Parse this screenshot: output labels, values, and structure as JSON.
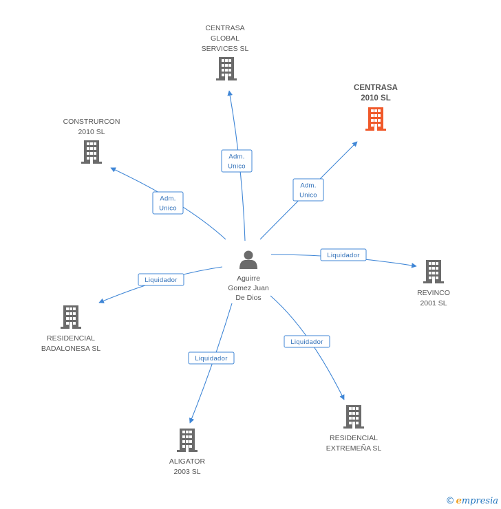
{
  "center": {
    "name_lines": [
      "Aguirre",
      "Gomez Juan",
      "De Dios"
    ],
    "icon": "person-icon"
  },
  "companies": [
    {
      "id": "centrasa-global",
      "lines": [
        "CENTRASA",
        "GLOBAL",
        "SERVICES  SL"
      ],
      "highlight": false,
      "icon": "building-icon"
    },
    {
      "id": "centrasa-2010",
      "lines": [
        "CENTRASA",
        "2010 SL"
      ],
      "highlight": true,
      "icon": "building-icon",
      "color": "#f0592a"
    },
    {
      "id": "construrcon",
      "lines": [
        "CONSTRURCON",
        "2010 SL"
      ],
      "highlight": false,
      "icon": "building-icon"
    },
    {
      "id": "revinco",
      "lines": [
        "REVINCO",
        "2001 SL"
      ],
      "highlight": false,
      "icon": "building-icon"
    },
    {
      "id": "residencial-badalonesa",
      "lines": [
        "RESIDENCIAL",
        "BADALONESA SL"
      ],
      "highlight": false,
      "icon": "building-icon"
    },
    {
      "id": "residencial-extremena",
      "lines": [
        "RESIDENCIAL",
        "EXTREMEÑA SL"
      ],
      "highlight": false,
      "icon": "building-icon"
    },
    {
      "id": "aligator",
      "lines": [
        "ALIGATOR",
        "2003 SL"
      ],
      "highlight": false,
      "icon": "building-icon"
    }
  ],
  "edges": [
    {
      "to": "centrasa-global",
      "label_lines": [
        "Adm.",
        "Unico"
      ]
    },
    {
      "to": "centrasa-2010",
      "label_lines": [
        "Adm.",
        "Unico"
      ]
    },
    {
      "to": "construrcon",
      "label_lines": [
        "Adm.",
        "Unico"
      ]
    },
    {
      "to": "revinco",
      "label_lines": [
        "Liquidador"
      ]
    },
    {
      "to": "residencial-badalonesa",
      "label_lines": [
        "Liquidador"
      ]
    },
    {
      "to": "residencial-extremena",
      "label_lines": [
        "Liquidador"
      ]
    },
    {
      "to": "aligator",
      "label_lines": [
        "Liquidador"
      ]
    }
  ],
  "colors": {
    "edge": "#3f86d6",
    "building": "#6b6b6b",
    "building_highlight": "#f0592a",
    "person": "#6b6b6b"
  },
  "watermark": {
    "copyright": "©",
    "brand_initial": "e",
    "brand_rest": "mpresia"
  }
}
